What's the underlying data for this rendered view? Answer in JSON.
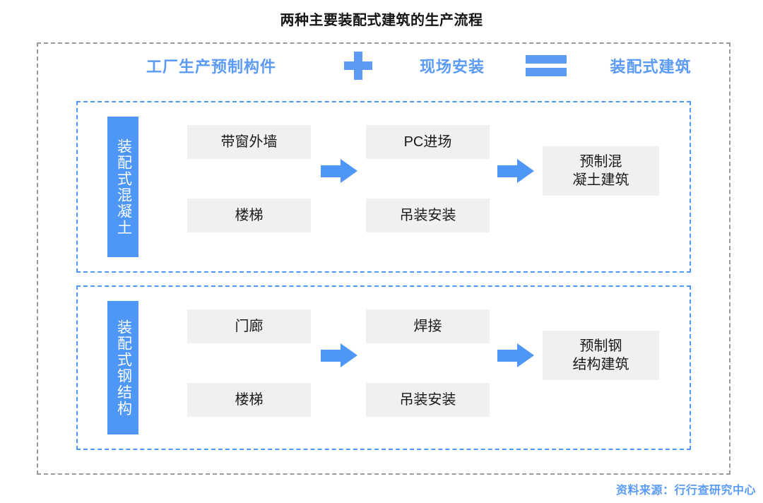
{
  "title": "两种主要装配式建筑的生产流程",
  "header_equation": {
    "term1": "工厂生产预制构件",
    "operator_plus": "plus-icon",
    "term2": "现场安装",
    "operator_equals": "equals-icon",
    "result": "装配式建筑"
  },
  "groups": [
    {
      "id": "group-pc",
      "tab_label": "装配式混凝土",
      "factory_items": [
        "带窗外墙",
        "楼梯"
      ],
      "site_items": [
        "PC进场",
        "吊装安装"
      ],
      "result": "预制混凝土建筑",
      "result_line1": "预制混",
      "result_line2": "凝土建筑"
    },
    {
      "id": "group-steel",
      "tab_label": "装配式钢结构",
      "factory_items": [
        "门廊",
        "楼梯"
      ],
      "site_items": [
        "焊接",
        "吊装安装"
      ],
      "result": "预制钢结构建筑",
      "result_line1": "预制钢",
      "result_line2": "结构建筑"
    }
  ],
  "source": "资料来源：行行查研究中心",
  "colors": {
    "accent_blue": "#4f97f7",
    "label_blue": "#5b9bf5",
    "box_gray": "#f0f0f0",
    "outer_dash": "#9a9a9a",
    "title_black": "#151515"
  }
}
